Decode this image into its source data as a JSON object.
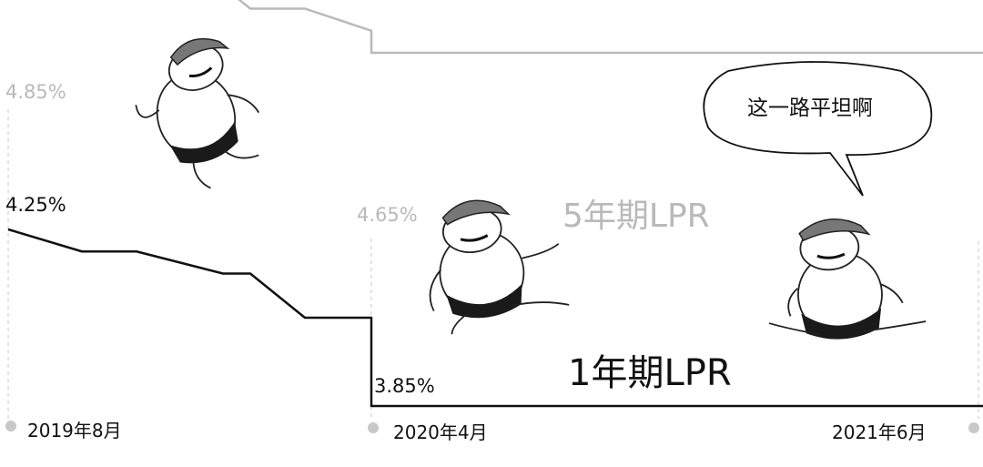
{
  "chart_data": {
    "type": "line",
    "x_labels": [
      "2019年8月",
      "2020年4月",
      "2021年6月"
    ],
    "series": [
      {
        "name": "5年期LPR",
        "color": "#b9b9b9",
        "start_label": "4.85%",
        "end_label": "4.65%",
        "values": [
          4.85,
          4.85,
          4.8,
          4.8,
          4.75,
          4.75,
          4.7,
          4.65,
          4.65
        ]
      },
      {
        "name": "1年期LPR",
        "color": "#111111",
        "start_label": "4.25%",
        "end_label": "3.85%",
        "values": [
          4.25,
          4.2,
          4.2,
          4.15,
          4.15,
          4.05,
          4.05,
          3.85,
          3.85
        ]
      }
    ]
  },
  "speech_bubble": "这一路平坦啊",
  "colors": {
    "grey_line": "#b9b9b9",
    "black_line": "#111111",
    "marker": "#c8c8c8"
  }
}
